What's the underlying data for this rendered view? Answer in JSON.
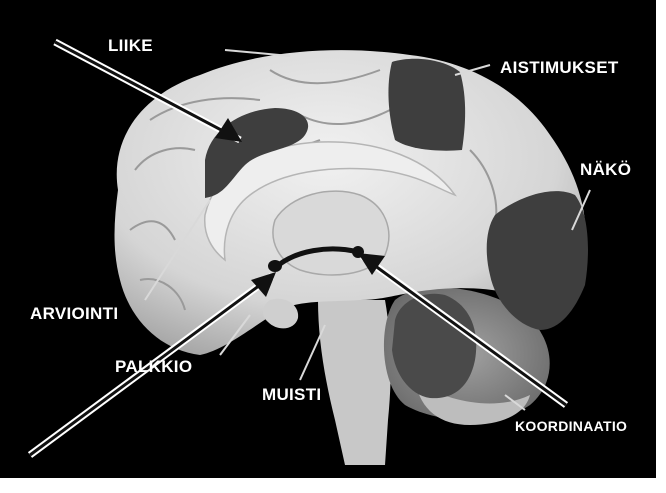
{
  "labels": {
    "liike": "LIIKE",
    "aistimukset": "AISTIMUKSET",
    "nako": "NÄKÖ",
    "arviointi": "ARVIOINTI",
    "palkkio": "PALKKIO",
    "muisti": "MUISTI",
    "koordinaatio": "KOORDINAATIO"
  },
  "colors": {
    "background": "#000000",
    "brain_light": "#d9d9d9",
    "region_dark": "#3e3e3e",
    "text": "#ffffff",
    "arrow": "#111111"
  }
}
